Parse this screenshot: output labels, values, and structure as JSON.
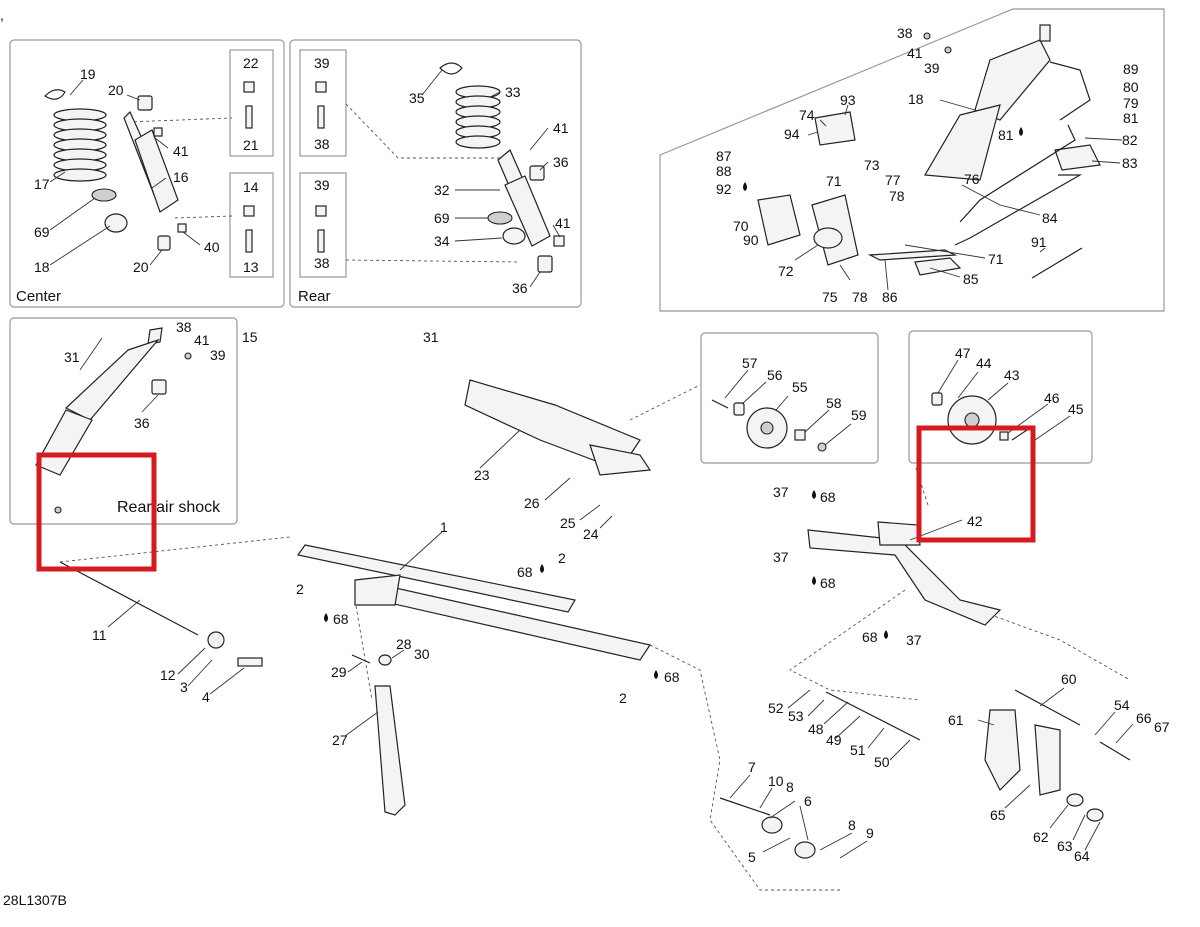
{
  "top_mark": ",",
  "drawing_id": "28L1307B",
  "box_labels": {
    "center": "Center",
    "rear": "Rear",
    "air_shock": "Rear air shock"
  },
  "callouts": {
    "c_19": "19",
    "c_20a": "20",
    "c_41a": "41",
    "c_16": "16",
    "c_17": "17",
    "c_69a": "69",
    "c_18a": "18",
    "c_20b": "20",
    "c_40": "40",
    "c_22": "22",
    "c_21": "21",
    "c_14": "14",
    "c_13": "13",
    "c_15": "15",
    "c_39a": "39",
    "c_38a": "38",
    "c_39b": "39",
    "c_38b": "38",
    "c_35": "35",
    "c_33": "33",
    "c_41b": "41",
    "c_36a": "36",
    "c_32": "32",
    "c_69b": "69",
    "c_34": "34",
    "c_41c": "41",
    "c_36b": "36",
    "c_31a": "31",
    "c_38c": "38",
    "c_41d": "41",
    "c_39c": "39",
    "c_89": "89",
    "c_80": "80",
    "c_79": "79",
    "c_81a": "81",
    "c_18b": "18",
    "c_74": "74",
    "c_93": "93",
    "c_94": "94",
    "c_81b": "81",
    "c_82": "82",
    "c_83": "83",
    "c_87": "87",
    "c_88": "88",
    "c_92": "92",
    "c_71a": "71",
    "c_73": "73",
    "c_77": "77",
    "c_78a": "78",
    "c_76": "76",
    "c_84": "84",
    "c_70": "70",
    "c_90": "90",
    "c_72": "72",
    "c_91": "91",
    "c_71b": "71",
    "c_75": "75",
    "c_78b": "78",
    "c_86": "86",
    "c_85": "85",
    "c_31b": "31",
    "c_38d": "38",
    "c_41e": "41",
    "c_39d": "39",
    "c_36c": "36",
    "c_57": "57",
    "c_56": "56",
    "c_55": "55",
    "c_58": "58",
    "c_59": "59",
    "c_47": "47",
    "c_44": "44",
    "c_43": "43",
    "c_46": "46",
    "c_45": "45",
    "c_42": "42",
    "c_23": "23",
    "c_26": "26",
    "c_25": "25",
    "c_24": "24",
    "c_37a": "37",
    "c_68a": "68",
    "c_37b": "37",
    "c_68b": "68",
    "c_68c": "68",
    "c_37c": "37",
    "c_1": "1",
    "c_2a": "2",
    "c_68d": "68",
    "c_68e": "68",
    "c_2b": "2",
    "c_11": "11",
    "c_12": "12",
    "c_3": "3",
    "c_4": "4",
    "c_28": "28",
    "c_29": "29",
    "c_30": "30",
    "c_27": "27",
    "c_2c": "2",
    "c_68f": "68",
    "c_60": "60",
    "c_61": "61",
    "c_54": "54",
    "c_66": "66",
    "c_67": "67",
    "c_52": "52",
    "c_53": "53",
    "c_48": "48",
    "c_49": "49",
    "c_51": "51",
    "c_50": "50",
    "c_7": "7",
    "c_10": "10",
    "c_8a": "8",
    "c_6": "6",
    "c_8b": "8",
    "c_9": "9",
    "c_5": "5",
    "c_65": "65",
    "c_62": "62",
    "c_63": "63",
    "c_64": "64"
  },
  "highlight_color": "#d61a1f"
}
